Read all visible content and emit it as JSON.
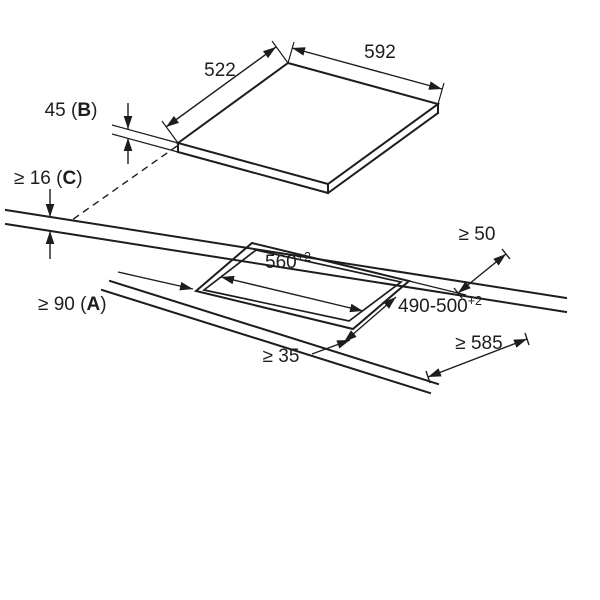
{
  "diagram": {
    "labels": {
      "d522": "522",
      "d592": "592",
      "d45": {
        "pre": "45 (",
        "letter": "B",
        "post": ")"
      },
      "d16": {
        "pre": "≥ 16 (",
        "letter": "C",
        "post": ")"
      },
      "d90": {
        "pre": "≥ 90 (",
        "letter": "A",
        "post": ")"
      },
      "d50": "≥ 50",
      "d35": "≥ 35",
      "d585": "≥ 585",
      "cutout_width": {
        "value": "560",
        "tolerance": "+2"
      },
      "cutout_depth": {
        "value": "490-500",
        "tolerance": "+2"
      }
    },
    "colors": {
      "line": "#1d1d1b",
      "background": "#ffffff"
    }
  }
}
